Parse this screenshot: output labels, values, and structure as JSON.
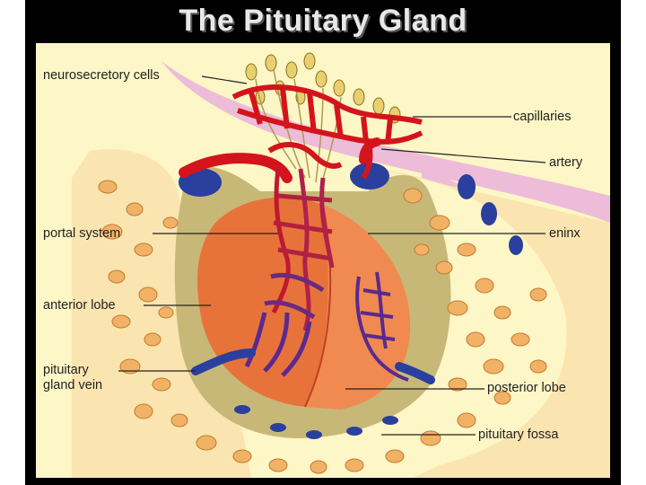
{
  "title": "The Pituitary Gland",
  "labels": {
    "neurosecretory_cells": "neurosecretory cells",
    "capillaries": "capillaries",
    "artery": "artery",
    "portal_system": "portal system",
    "meninx": "eninx",
    "anterior_lobe": "anterior lobe",
    "pituitary_gland_vein_1": "pituitary",
    "pituitary_gland_vein_2": "gland vein",
    "posterior_lobe": "posterior lobe",
    "pituitary_fossa": "pituitary fossa"
  },
  "colors": {
    "background_panel": "#fdf6c6",
    "frame": "#000000",
    "bone": "#f2b266",
    "gland_anterior": "#e8733a",
    "gland_posterior": "#f08a50",
    "artery_red": "#d4141c",
    "vein_blue": "#2a3f9e",
    "meninx_olive": "#c8b878",
    "tissue_pink": "#ecbcd8"
  }
}
